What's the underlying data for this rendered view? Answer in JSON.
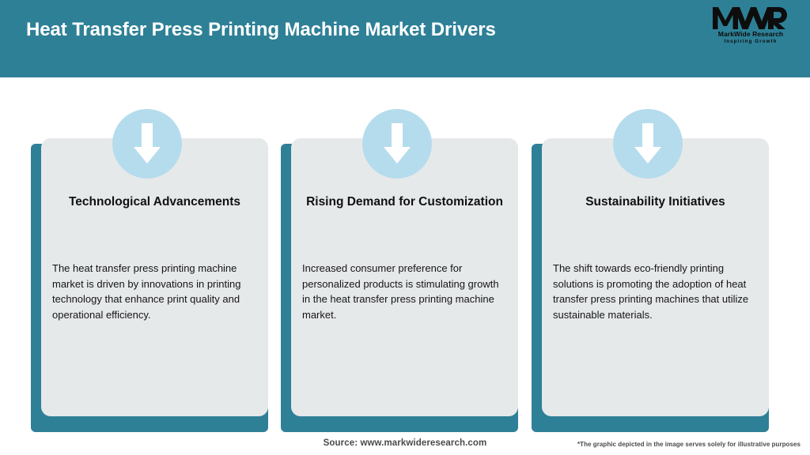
{
  "header": {
    "title": "Heat Transfer Press Printing Machine Market Drivers",
    "background_color": "#2e8096",
    "title_color": "#ffffff"
  },
  "logo": {
    "mark": "MWR",
    "name": "MarkWide Research",
    "tagline": "Inspiring Growth"
  },
  "theme": {
    "accent_teal": "#2e8096",
    "icon_circle_blue": "#b5dced",
    "card_gray": "#e6e9ea",
    "page_background": "#ffffff"
  },
  "cards": [
    {
      "icon": "arrow-down-icon",
      "heading": "Technological Advancements",
      "body": "The heat transfer press printing machine market is driven by innovations in printing technology that enhance print quality and operational efficiency."
    },
    {
      "icon": "arrow-down-icon",
      "heading": "Rising Demand for Customization",
      "body": "Increased consumer preference for personalized products is stimulating growth in the heat transfer press printing machine market."
    },
    {
      "icon": "arrow-down-icon",
      "heading": "Sustainability Initiatives",
      "body": "The shift towards eco-friendly printing solutions is promoting the adoption of heat transfer press printing machines that utilize sustainable materials."
    }
  ],
  "footer": {
    "source": "Source: www.markwideresearch.com",
    "disclaimer": "*The graphic depicted in the image serves solely for illustrative purposes"
  }
}
